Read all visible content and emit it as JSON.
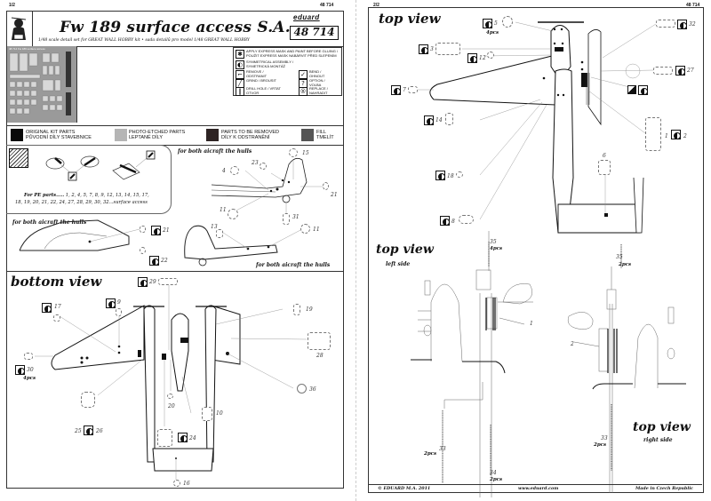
{
  "left_page": {
    "page_number": "1/2",
    "set_number_top": "48 714",
    "title": "Fw 189 surface access S.A.",
    "subtitle": "1/48 scale detail set for GREAT WALL HOBBY kit  • sada detailů pro model 1/48 GREAT WALL HOBBY",
    "brand": "eduard",
    "set_number_box": "48 714",
    "fret_label": "48 714 Fw 189 surface access",
    "instruction_key": [
      {
        "icon": "asterisk-icon",
        "glyph": "✱",
        "text": "APPLY EXPRESS MASK AND PAINT BEFORE GLUING / POUŽIT EXPRESS MASK NABÁRVIT PŘED SLEPENÍM"
      },
      {
        "icon": "symmetrical-icon",
        "glyph": "◐",
        "text": "SYMMETRICAL ASSEMBLY / SYMETRICKÁ MONTÁŽ"
      },
      {
        "icon": "remove-icon",
        "glyph": "⌐",
        "text": "REMOVE / ODSTRANIT"
      },
      {
        "icon": "bend-icon",
        "glyph": "✓",
        "text": "BEND / OHNOUT"
      },
      {
        "icon": "grind-icon",
        "glyph": "╱",
        "text": "GRIND / BROUSIT"
      },
      {
        "icon": "option-icon",
        "glyph": "?",
        "text": "OPTION / VOLBA"
      },
      {
        "icon": "drill-icon",
        "glyph": "‖",
        "text": "DRILL HOLE / VRTAT OTVOR"
      },
      {
        "icon": "replace-icon",
        "glyph": "®",
        "text": "REPLACE / NAHRADIT"
      }
    ],
    "color_legend": [
      {
        "label": "ORIGINAL KIT PARTS",
        "label_cz": "PŮVODNÍ DÍLY STAVEBNICE",
        "color": "#0a0a0a"
      },
      {
        "label": "PHOTO-ETCHED PARTS",
        "label_cz": "LEPTANÉ DÍLY",
        "color": "#b5b5b5"
      },
      {
        "label": "PARTS TO BE REMOVED",
        "label_cz": "DÍLY K ODSTRANĚNÍ",
        "color": "#2e2424"
      },
      {
        "label": "FILL",
        "label_cz": "TMELÍT",
        "color": "#555555"
      }
    ],
    "pe_note": "For PE parts..... 1, 2, 4, 5, 7, 8, 9, 12, 13, 14, 15, 17, 18, 19, 20, 21, 22, 24, 27, 28, 29, 30, 32...surface access",
    "pe_note_head": "For PE parts.....",
    "pe_note_body": "1, 2, 4, 5, 7, 8, 9, 12, 13, 14, 15, 17,",
    "pe_note_body2": "18, 19, 20, 21, 22, 24, 27, 28, 29, 30, 32...surface access",
    "hull_caption_1": "for both aicraft the hulls",
    "hull_caption_2": "for both aicraft the hulls",
    "hull_caption_3": "for both aicraft the hulls",
    "hull_callouts": [
      "15",
      "23",
      "4",
      "21",
      "11",
      "31",
      "21",
      "22",
      "13",
      "11"
    ],
    "bottom_view": {
      "title": "bottom view",
      "callouts": [
        "29",
        "17",
        "9",
        "19",
        "28",
        "30",
        "4pcs",
        "36",
        "20",
        "10",
        "25",
        "26",
        "24",
        "16"
      ]
    }
  },
  "right_page": {
    "page_number": "2/2",
    "set_number_top": "48 714",
    "top_view": {
      "title": "top view",
      "callouts": [
        "5",
        "4pcs",
        "32",
        "3",
        "12",
        "27",
        "7",
        "14",
        "1",
        "2",
        "6",
        "18",
        "8"
      ]
    },
    "top_view_left": {
      "title": "top view",
      "subtitle": "left side",
      "callouts": [
        "35",
        "4pcs",
        "1",
        "33",
        "2pcs",
        "34",
        "2pcs"
      ]
    },
    "top_view_right": {
      "title": "top view",
      "subtitle": "right side",
      "callouts": [
        "35",
        "2pcs",
        "2",
        "33",
        "2pcs"
      ]
    },
    "footer": {
      "copyright": "© EDUARD  M.A. 2011",
      "website": "www.eduard.com",
      "made_in": "Made in Czech Republic"
    }
  }
}
